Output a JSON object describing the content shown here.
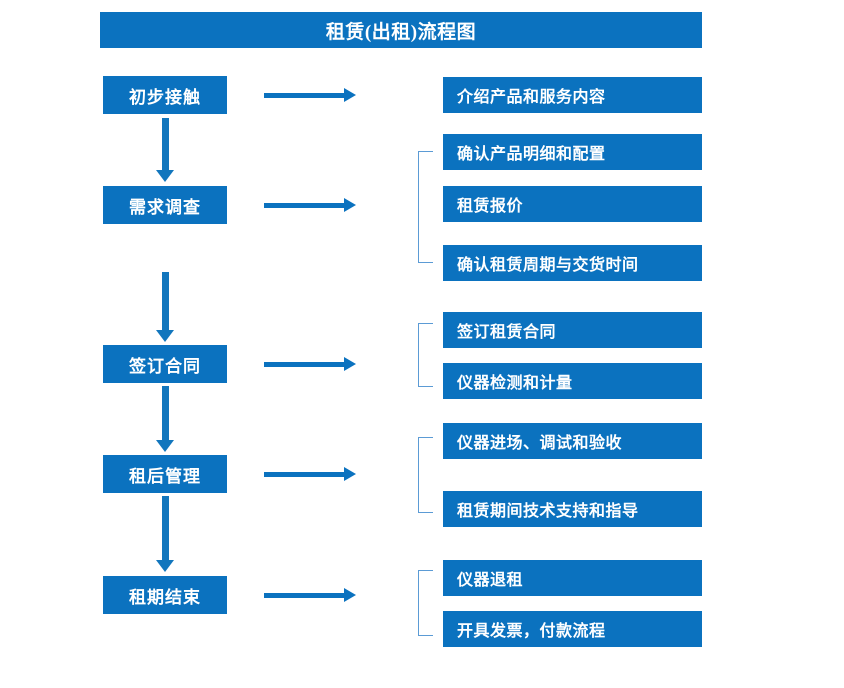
{
  "title": "租赁(出租)流程图",
  "accent_color": "#0B72BF",
  "bracket_color": "#5B9BD5",
  "arrow_color": "#1276BD",
  "stages": [
    {
      "label": "初步接触"
    },
    {
      "label": "需求调查"
    },
    {
      "label": "签订合同"
    },
    {
      "label": "租后管理"
    },
    {
      "label": "租期结束"
    }
  ],
  "details": [
    {
      "label": "介绍产品和服务内容"
    },
    {
      "label": "确认产品明细和配置"
    },
    {
      "label": "租赁报价"
    },
    {
      "label": "确认租赁周期与交货时间"
    },
    {
      "label": "签订租赁合同"
    },
    {
      "label": "仪器检测和计量"
    },
    {
      "label": "仪器进场、调试和验收"
    },
    {
      "label": "租赁期间技术支持和指导"
    },
    {
      "label": "仪器退租"
    },
    {
      "label": "开具发票，付款流程"
    }
  ],
  "chart_data": {
    "type": "diagram",
    "title": "租赁(出租)流程图",
    "flow": [
      {
        "stage": "初步接触",
        "outputs": [
          "介绍产品和服务内容"
        ]
      },
      {
        "stage": "需求调查",
        "outputs": [
          "确认产品明细和配置",
          "租赁报价",
          "确认租赁周期与交货时间"
        ]
      },
      {
        "stage": "签订合同",
        "outputs": [
          "签订租赁合同",
          "仪器检测和计量"
        ]
      },
      {
        "stage": "租后管理",
        "outputs": [
          "仪器进场、调试和验收",
          "租赁期间技术支持和指导"
        ]
      },
      {
        "stage": "租期结束",
        "outputs": [
          "仪器退租",
          "开具发票，付款流程"
        ]
      }
    ]
  }
}
